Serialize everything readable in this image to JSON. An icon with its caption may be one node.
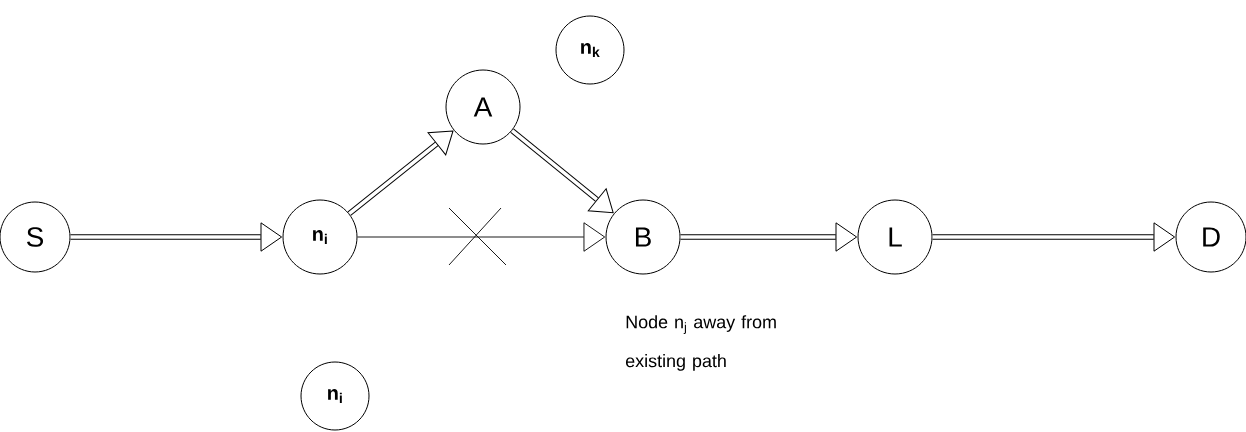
{
  "diagram": {
    "nodes": [
      {
        "text": [
          "S"
        ]
      },
      {
        "text": [
          "n$_{i}$"
        ]
      },
      {
        "text": [
          "A"
        ]
      },
      {
        "text": [
          "n$_{k}$"
        ]
      },
      {
        "text": [
          "B"
        ]
      },
      {
        "text": [
          "L"
        ]
      },
      {
        "text": [
          "D"
        ]
      },
      {
        "text": [
          "n$_{i}$"
        ]
      }
    ],
    "edges": [
      {
        "from": 0,
        "to": 1,
        "arrow": "to"
      },
      {
        "from": 1,
        "to": 2,
        "arrow": "to"
      },
      {
        "from": 2,
        "to": 4,
        "arrow": "to"
      },
      {
        "from": 1,
        "to": 4,
        "arrow": "to"
      },
      {
        "from": 4,
        "to": 5,
        "arrow": "to"
      },
      {
        "from": 5,
        "to": 6,
        "arrow": "to"
      }
    ],
    "labels": [
      "Node n$_{j}$ away from existing path"
    ]
  }
}
